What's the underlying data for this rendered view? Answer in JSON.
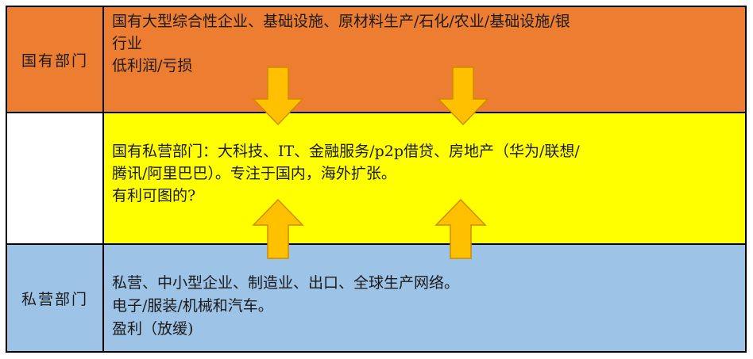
{
  "rows": {
    "state": {
      "label": "国有部门",
      "lines": [
        "国有大型综合性企业、基础设施、原材料生产/石化/农业/基础设施/银",
        "行业",
        "低利润/亏损"
      ]
    },
    "mixed": {
      "label": "",
      "lines": [
        "国有私营部门：大科技、IT、金融服务/p2p借贷、房地产（华为/联想/",
        "腾讯/阿里巴巴）。专注于国内，海外扩张。",
        "有利可图的?"
      ]
    },
    "private": {
      "label": "私营部门",
      "lines": [
        "私营、中小型企业、制造业、出口、全球生产网络。",
        "电子/服装/机械和汽车。",
        "盈利（放缓)"
      ]
    }
  },
  "colors": {
    "state_row": "#ed7d31",
    "mixed_row": "#ffff00",
    "private_row": "#9dc3e6",
    "arrow_fill": "#ffc000",
    "arrow_stroke": "#d08a00"
  },
  "arrows": [
    {
      "name": "arrow-down-left",
      "direction": "down"
    },
    {
      "name": "arrow-down-right",
      "direction": "down"
    },
    {
      "name": "arrow-up-left",
      "direction": "up"
    },
    {
      "name": "arrow-up-right",
      "direction": "up"
    }
  ]
}
